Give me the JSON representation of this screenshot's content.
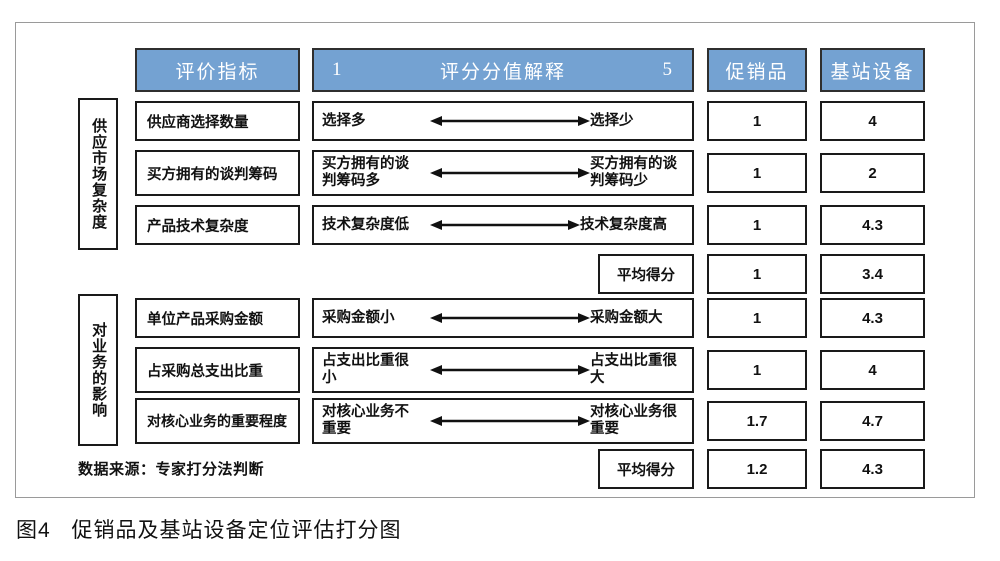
{
  "figure": {
    "caption_label": "图4",
    "caption_text": "促销品及基站设备定位评估打分图",
    "source_note": "数据来源：专家打分法判断"
  },
  "header": {
    "criteria": "评价指标",
    "scale_low": "1",
    "scale_title": "评分分值解释",
    "scale_high": "5",
    "col_promo": "促销品",
    "col_basestation": "基站设备"
  },
  "groups": [
    {
      "label": "供应市场复杂度"
    },
    {
      "label": "对业务的影响"
    }
  ],
  "rows": [
    {
      "indicator": "供应商选择数量",
      "scale_left": "选择多",
      "scale_right": "选择少",
      "promo": "1",
      "basestation": "4"
    },
    {
      "indicator": "买方拥有的谈判筹码",
      "scale_left": "买方拥有的谈\n判筹码多",
      "scale_right": "买方拥有的谈\n判筹码少",
      "promo": "1",
      "basestation": "2"
    },
    {
      "indicator": "产品技术复杂度",
      "scale_left": "技术复杂度低",
      "scale_right": "技术复杂度高",
      "promo": "1",
      "basestation": "4.3"
    },
    {
      "indicator": "单位产品采购金额",
      "scale_left": "采购金额小",
      "scale_right": "采购金额大",
      "promo": "1",
      "basestation": "4.3"
    },
    {
      "indicator": "占采购总支出比重",
      "scale_left": "占支出比重很\n小",
      "scale_right": "占支出比重很\n大",
      "promo": "1",
      "basestation": "4"
    },
    {
      "indicator": "对核心业务的重要程度",
      "scale_left": "对核心业务不\n重要",
      "scale_right": "对核心业务很\n重要",
      "promo": "1.7",
      "basestation": "4.7"
    }
  ],
  "averages": [
    {
      "label": "平均得分",
      "promo": "1",
      "basestation": "3.4"
    },
    {
      "label": "平均得分",
      "promo": "1.2",
      "basestation": "4.3"
    }
  ],
  "colors": {
    "header_blue": "#74a2d2",
    "border_black": "#1a1a1a",
    "frame_gray": "#9a9a9a",
    "text_dark": "#111111"
  },
  "chart_data": {
    "type": "table",
    "title": "促销品及基站设备定位评估打分图",
    "categories": [
      "供应商选择数量",
      "买方拥有的谈判筹码",
      "产品技术复杂度",
      "单位产品采购金额",
      "占采购总支出比重",
      "对核心业务的重要程度"
    ],
    "series": [
      {
        "name": "促销品",
        "values": [
          1,
          1,
          1,
          1,
          1,
          1.7
        ]
      },
      {
        "name": "基站设备",
        "values": [
          4,
          2,
          4.3,
          4.3,
          4,
          4.7
        ]
      }
    ],
    "group_averages": [
      {
        "group": "供应市场复杂度",
        "促销品": 1,
        "基站设备": 3.4
      },
      {
        "group": "对业务的影响",
        "促销品": 1.2,
        "基站设备": 4.3
      }
    ],
    "scale_range": [
      1,
      5
    ],
    "ylabel": "评分分值解释",
    "source": "专家打分法判断"
  }
}
